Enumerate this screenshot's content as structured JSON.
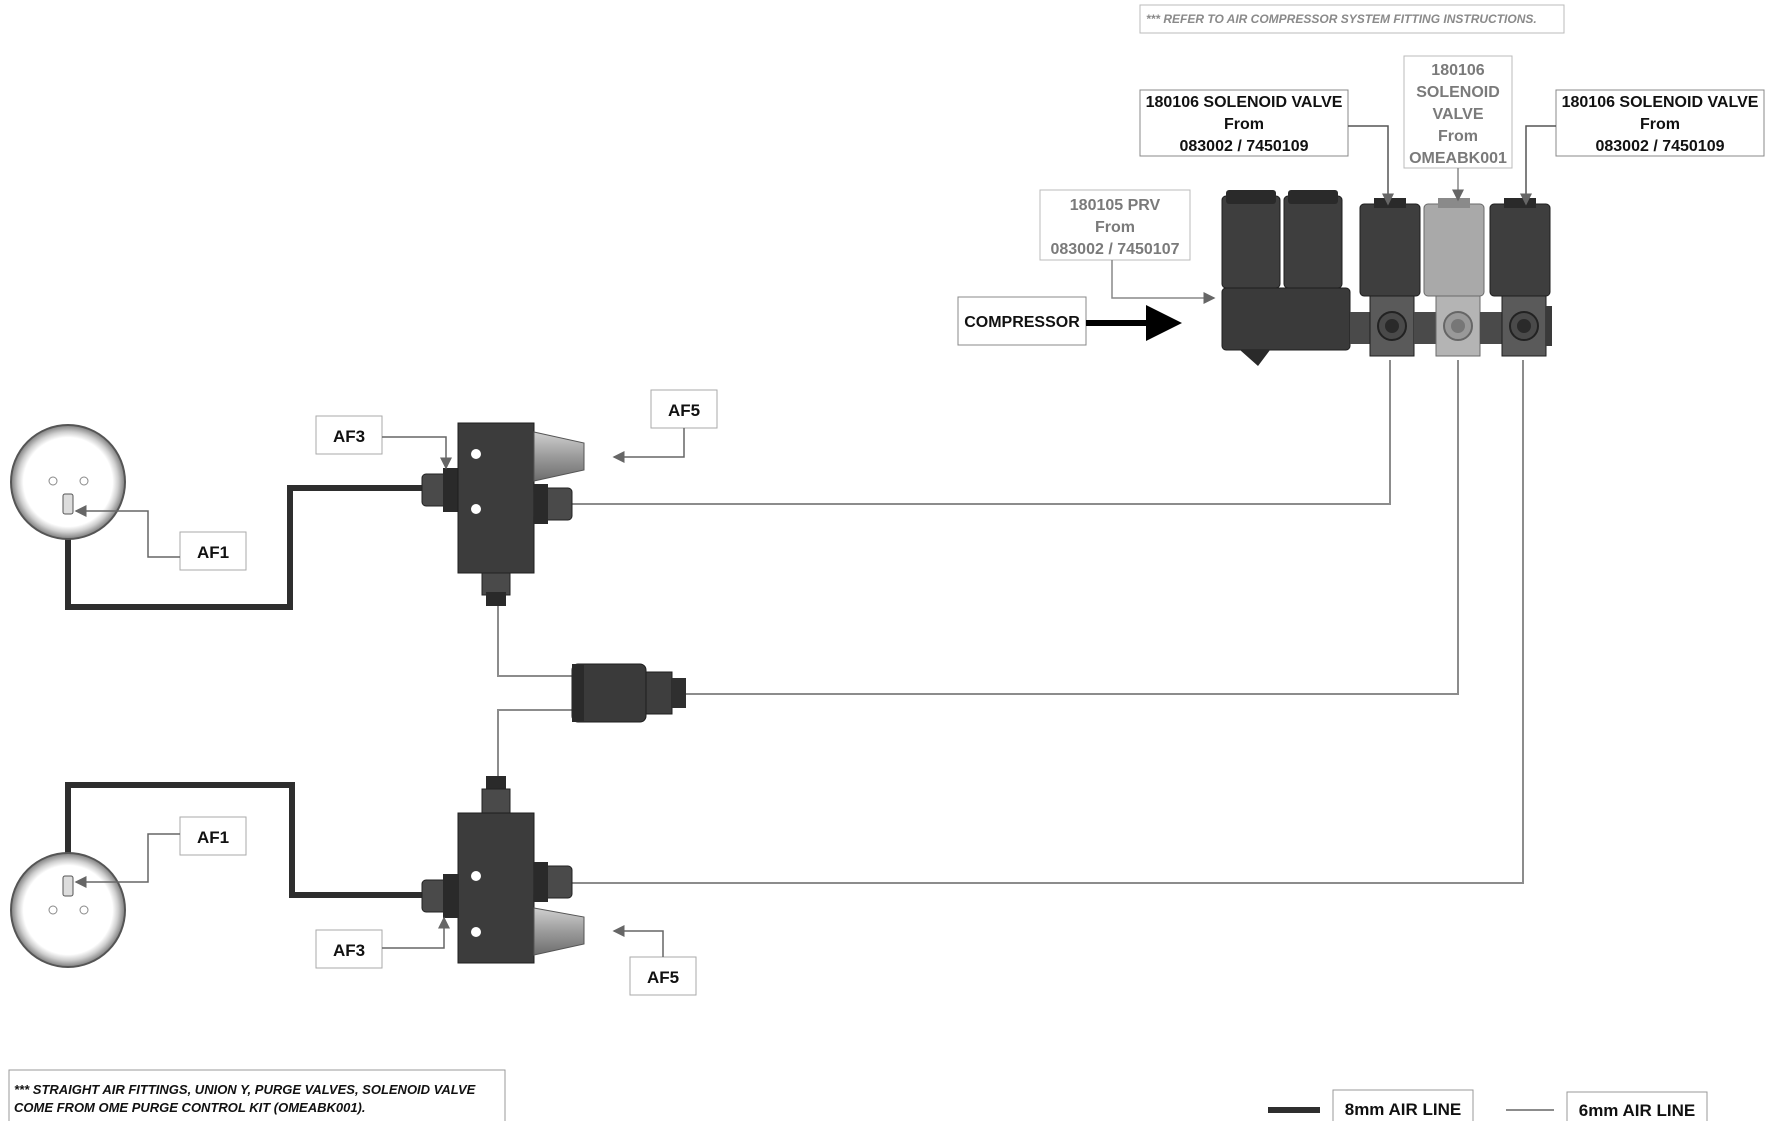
{
  "notes": {
    "top": "*** REFER TO AIR COMPRESSOR SYSTEM FITTING INSTRUCTIONS.",
    "bottom_line1": "*** STRAIGHT AIR FITTINGS, UNION Y, PURGE VALVES, SOLENOID VALVE",
    "bottom_line2": "COME FROM OME PURGE CONTROL KIT (OMEABK001)."
  },
  "labels": {
    "solenoid_left": [
      "180106 SOLENOID VALVE",
      "From",
      "083002 / 7450109"
    ],
    "solenoid_mid": [
      "180106",
      "SOLENOID",
      "VALVE",
      "From",
      "OMEABK001"
    ],
    "solenoid_right": [
      "180106 SOLENOID VALVE",
      "From",
      "083002 / 7450109"
    ],
    "prv": [
      "180105 PRV",
      "From",
      "083002 / 7450107"
    ],
    "compressor": "COMPRESSOR",
    "af3_top": "AF3",
    "af5_top": "AF5",
    "af1_top": "AF1",
    "af1_bottom": "AF1",
    "af3_bottom": "AF3",
    "af5_bottom": "AF5"
  },
  "legend": {
    "thick": "8mm AIR LINE",
    "thin": "6mm AIR LINE"
  },
  "colors": {
    "thick_line": "#2e2e2e",
    "thin_line": "#8c8c8c",
    "block": "#3c3c3c",
    "light_part": "#b0b0b0"
  }
}
